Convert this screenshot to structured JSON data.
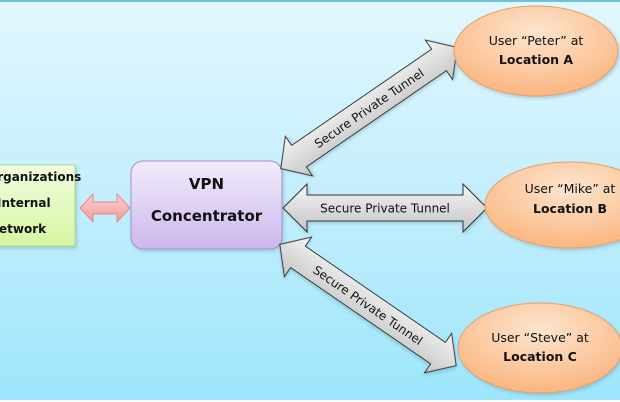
{
  "diagram": {
    "network": {
      "lines": [
        "Organizations",
        "Internal",
        "Network"
      ]
    },
    "concentrator": {
      "lines": [
        "VPN",
        "Concentrator"
      ]
    },
    "tunnels": [
      {
        "label": "Secure Private Tunnel",
        "to": "Location A"
      },
      {
        "label": "Secure Private Tunnel",
        "to": "Location B"
      },
      {
        "label": "Secure Private Tunnel",
        "to": "Location C"
      }
    ],
    "users": [
      {
        "line1": "User “Peter” at",
        "line2": "Location A"
      },
      {
        "line1": "User “Mike” at",
        "line2": "Location B"
      },
      {
        "line1": "User “Steve” at",
        "line2": "Location C"
      }
    ],
    "colors": {
      "network_fill": "#e6fbc4",
      "concentrator_fill": "#e4d9f5",
      "user_fill": "#fcc99a",
      "tunnel_fill": "#d9d9d9",
      "link_arrow_fill": "#f8a8a8"
    }
  }
}
